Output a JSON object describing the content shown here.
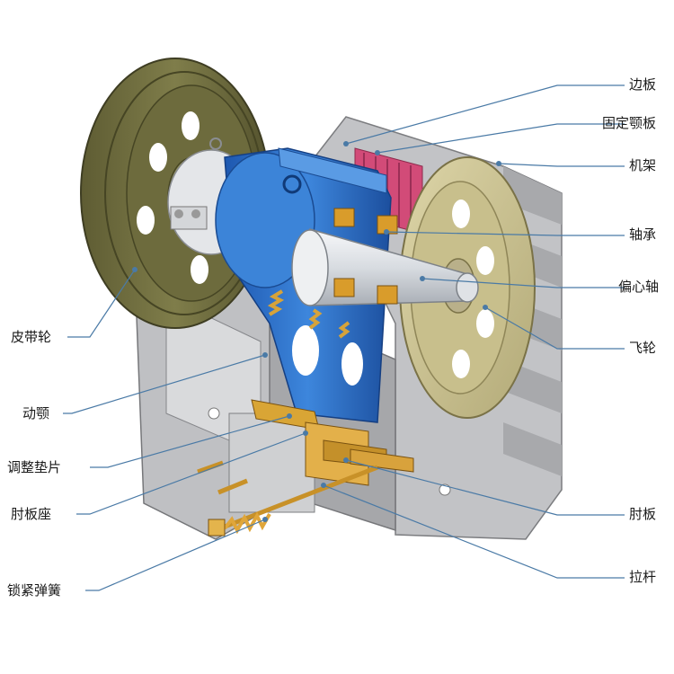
{
  "labels": {
    "bianban": "边板",
    "gudingeban": "固定颚板",
    "jijia": "机架",
    "zhoucheng": "轴承",
    "pianxinzhou": "偏心轴",
    "feilun": "飞轮",
    "pidailun": "皮带轮",
    "donge": "动颚",
    "tiaozhengdianpian": "调整垫片",
    "zhoubanzuo": "肘板座",
    "zhouban": "肘板",
    "lagan": "拉杆",
    "suojintanhuang": "锁紧弹簧"
  },
  "colors": {
    "frame": "#b9b9bb",
    "frame_dark": "#8e8f92",
    "pulley": "#6b6a3c",
    "flywheel": "#cfc79a",
    "jaw": "#2f6fc8",
    "shaft": "#e9ecef",
    "bearing": "#d59a2c",
    "plate": "#d24b78",
    "leader": "#4a7aa6"
  }
}
